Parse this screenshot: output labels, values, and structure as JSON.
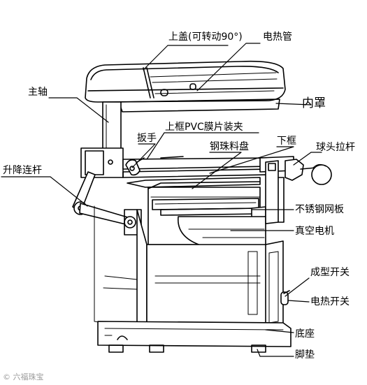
{
  "labels": {
    "top_cover": "上盖(可转动90°)",
    "heating_tube": "电热管",
    "inner_cover": "内罩",
    "main_shaft": "主轴",
    "upper_frame": "上框PVC膜片装夹",
    "wrench": "扳手",
    "lower_frame": "下框",
    "ball_handle": "球头拉杆",
    "steel_tray": "钢珠料盘",
    "lift_link": "升降连杆",
    "steel_mesh": "不锈钢网板",
    "vacuum_motor": "真空电机",
    "forming_switch": "成型开关",
    "heating_switch": "电热开关",
    "base": "底座",
    "foot_pad": "脚垫"
  },
  "watermark": "© 六福珠宝"
}
